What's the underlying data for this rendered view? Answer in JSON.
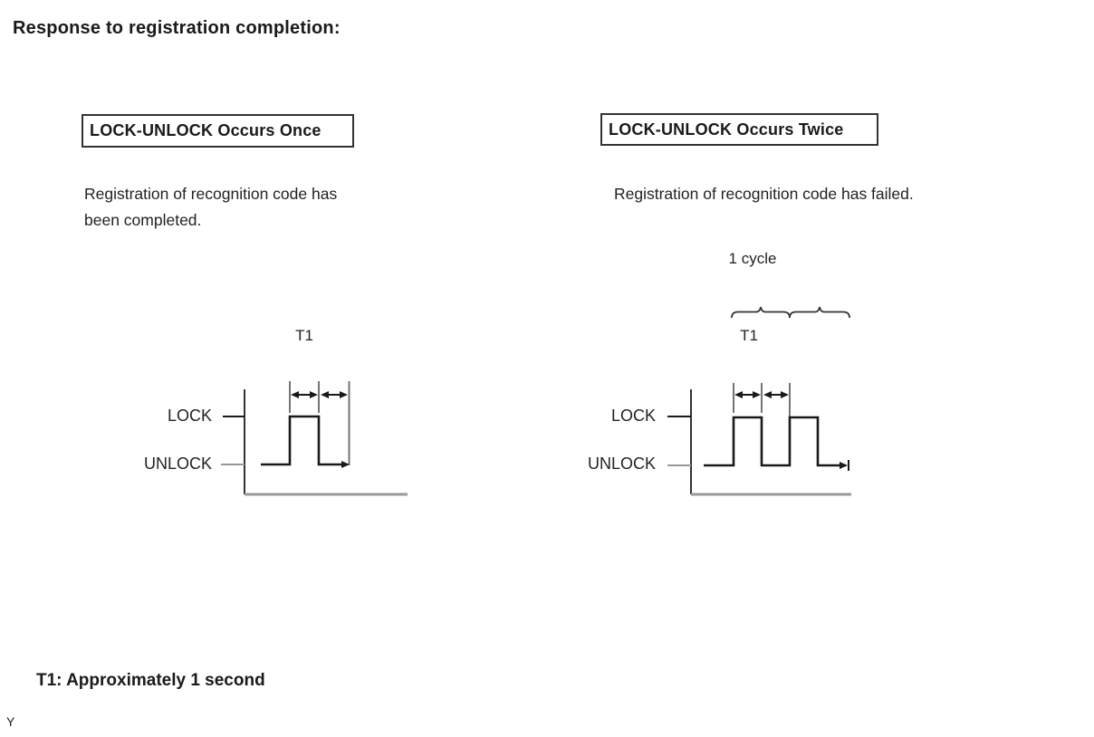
{
  "title": "Response to registration completion:",
  "colors": {
    "ink": "#1a1a1a",
    "axis": "#333333",
    "measure_line": "#757575",
    "gray_line": "#999999"
  },
  "left": {
    "heading": "LOCK-UNLOCK Occurs Once",
    "description_lines": [
      "Registration of recognition code has",
      "been completed."
    ],
    "t1_label": "T1",
    "lock_label": "LOCK",
    "unlock_label": "UNLOCK"
  },
  "right": {
    "heading": "LOCK-UNLOCK Occurs Twice",
    "description_lines": [
      "Registration of recognition code has failed."
    ],
    "cycle_label": "1 cycle",
    "t1_label": "T1",
    "lock_label": "LOCK",
    "unlock_label": "UNLOCK"
  },
  "footnote": "T1: Approximately 1 second",
  "page_letter": "Y"
}
